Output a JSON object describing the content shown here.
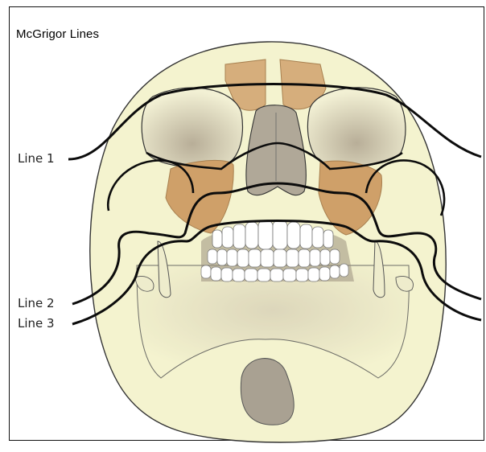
{
  "title": "McGrigor Lines",
  "labels": {
    "line1": "Line 1",
    "line2": "Line 2",
    "line3": "Line 3"
  },
  "colors": {
    "bone": "#f4f3cf",
    "bone_stroke": "#333333",
    "sinus": "#d2aa78",
    "orbit_shadow": "#b5ad98",
    "line": "#0c0c0c"
  }
}
